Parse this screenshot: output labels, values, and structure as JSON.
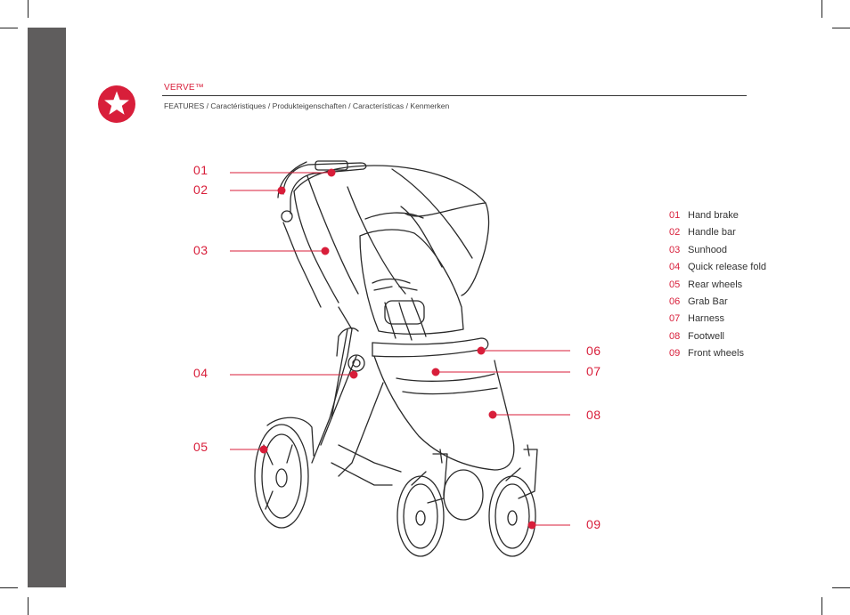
{
  "header": {
    "title": "VERVE™",
    "subtitle": "FEATURES / Caractéristiques / Produkteigenschaften / Características / Kenmerken"
  },
  "callouts": [
    "01",
    "02",
    "03",
    "04",
    "05",
    "06",
    "07",
    "08",
    "09"
  ],
  "legend": [
    {
      "num": "01",
      "label": "Hand brake"
    },
    {
      "num": "02",
      "label": "Handle bar"
    },
    {
      "num": "03",
      "label": "Sunhood"
    },
    {
      "num": "04",
      "label": "Quick release fold"
    },
    {
      "num": "05",
      "label": "Rear wheels"
    },
    {
      "num": "06",
      "label": "Grab Bar"
    },
    {
      "num": "07",
      "label": "Harness"
    },
    {
      "num": "08",
      "label": "Footwell"
    },
    {
      "num": "09",
      "label": "Front wheels"
    }
  ],
  "colors": {
    "accent": "#d81e3a",
    "sidebar": "#5f5d5d",
    "line": "#333333"
  },
  "icons": {
    "logo": "star-badge-icon"
  }
}
